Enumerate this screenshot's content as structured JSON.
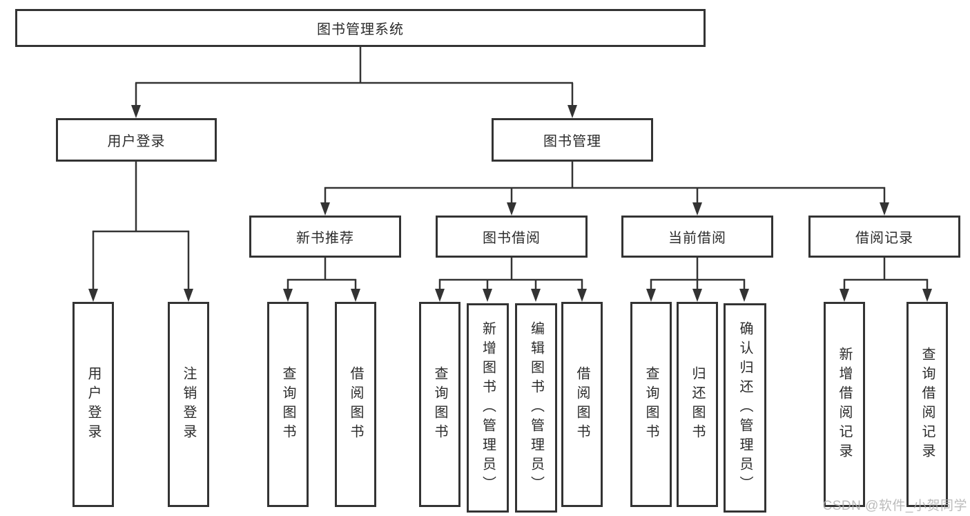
{
  "root": {
    "label": "图书管理系统"
  },
  "level2": [
    {
      "label": "用户登录"
    },
    {
      "label": "图书管理"
    }
  ],
  "level3": [
    {
      "label": "新书推荐"
    },
    {
      "label": "图书借阅"
    },
    {
      "label": "当前借阅"
    },
    {
      "label": "借阅记录"
    }
  ],
  "leaves": [
    {
      "label": "用户登录"
    },
    {
      "label": "注销登录"
    },
    {
      "label": "查询图书"
    },
    {
      "label": "借阅图书"
    },
    {
      "label": "查询图书"
    },
    {
      "label": "新增图书（管理员）"
    },
    {
      "label": "编辑图书（管理员）"
    },
    {
      "label": "借阅图书"
    },
    {
      "label": "查询图书"
    },
    {
      "label": "归还图书"
    },
    {
      "label": "确认归还（管理员）"
    },
    {
      "label": "新增借阅记录"
    },
    {
      "label": "查询借阅记录"
    }
  ],
  "watermark": "CSDN @软件_小贺同学",
  "colors": {
    "line": "#333333",
    "border": "#333333",
    "text": "#2b2b2b",
    "background": "#ffffff",
    "watermark": "#b0b0b0"
  }
}
